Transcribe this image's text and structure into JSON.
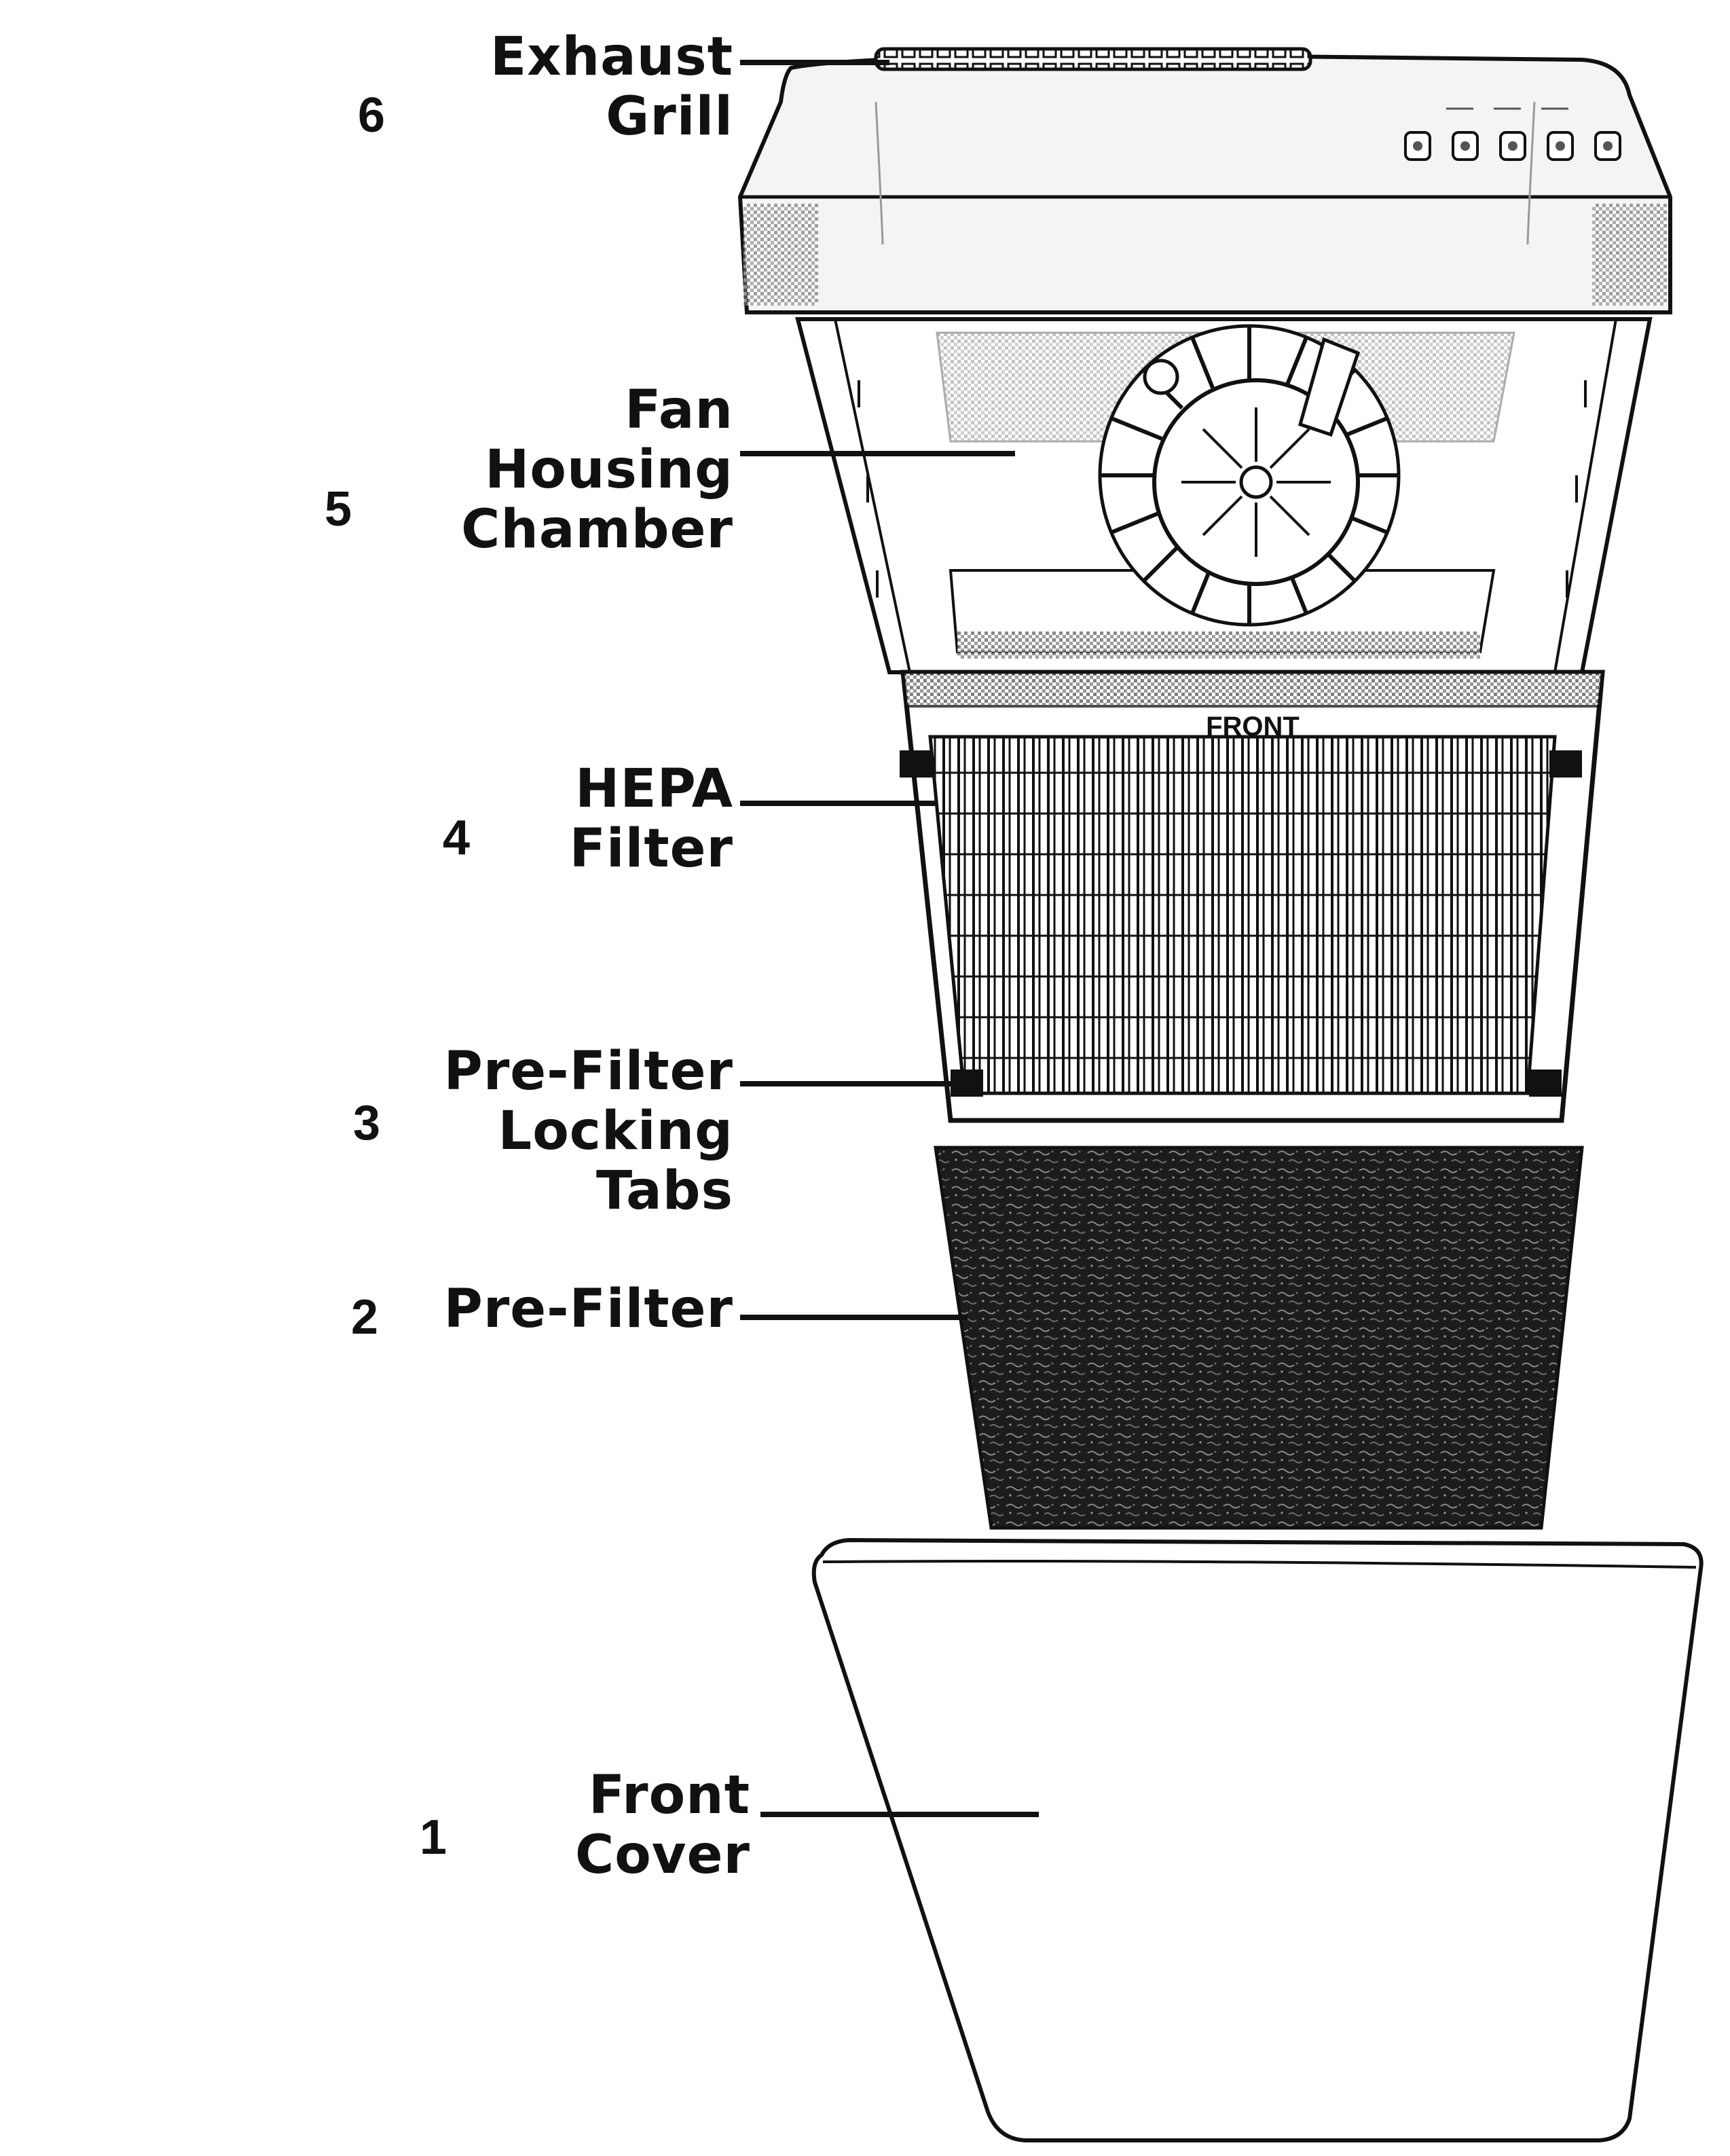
{
  "parts": [
    {
      "number": "6",
      "lines": [
        "Exhaust",
        "Grill"
      ]
    },
    {
      "number": "5",
      "lines": [
        "Fan",
        "Housing",
        "Chamber"
      ]
    },
    {
      "number": "4",
      "lines": [
        "HEPA",
        "Filter"
      ]
    },
    {
      "number": "3",
      "lines": [
        "Pre-Filter",
        "Locking",
        "Tabs"
      ]
    },
    {
      "number": "2",
      "lines": [
        "Pre-Filter"
      ]
    },
    {
      "number": "1",
      "lines": [
        "Front",
        "Cover"
      ]
    }
  ],
  "filter_front_text": "FRONT",
  "colors": {
    "ink": "#111111",
    "panel": "#f4f4f4",
    "filter_dark": "#1a1a1a"
  }
}
